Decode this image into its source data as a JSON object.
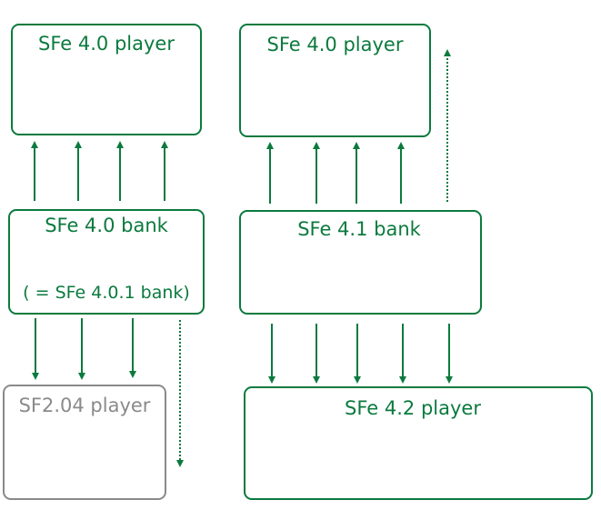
{
  "colors": {
    "accent": "#0b7a3e",
    "legacy": "#8a8a8a"
  },
  "boxes": {
    "player_40_left": {
      "label": "SFe 4.0 player"
    },
    "player_40_right": {
      "label": "SFe 4.0 player"
    },
    "bank_40": {
      "label": "SFe 4.0 bank",
      "sublabel": "( = SFe 4.0.1 bank)"
    },
    "bank_41": {
      "label": "SFe 4.1 bank"
    },
    "player_204": {
      "label": "SF2.04 player"
    },
    "player_42": {
      "label": "SFe 4.2 player"
    }
  }
}
